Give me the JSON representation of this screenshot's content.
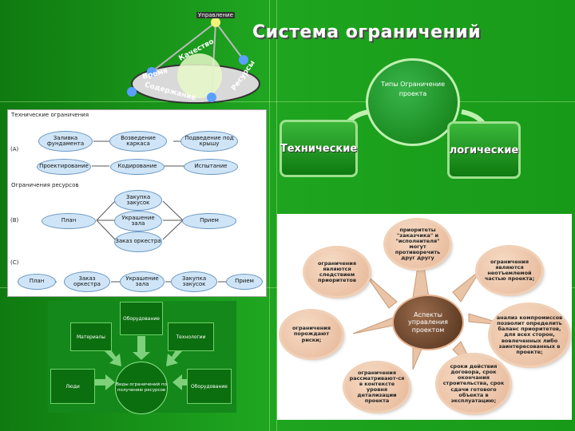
{
  "slide": {
    "title": "Система ограничений",
    "triangle": {
      "top": "Управление",
      "quality": "Качество",
      "time": "Время",
      "resources": "Ресурсы",
      "content": "Содержание"
    },
    "types": {
      "center": "Типы Ограничение проекта",
      "left": "Технические",
      "right": "логические"
    },
    "tech_panel": {
      "sec1": "Технические ограничения",
      "sec2": "Ограничения ресурсов",
      "tags": [
        "(A)",
        "(B)",
        "(C)"
      ],
      "row_a1": [
        "Заливка фундамента",
        "Возведение каркаса",
        "Подведение под крышу"
      ],
      "row_a2": [
        "Проектирование",
        "Кодирование",
        "Испытание"
      ],
      "row_b": [
        "План",
        "Закупка закусок",
        "Украшение зала",
        "Заказ оркестра",
        "Прием"
      ],
      "row_c": [
        "План",
        "Заказ оркестра",
        "Украшение зала",
        "Закупка закусок",
        "Прием"
      ]
    },
    "aspects": {
      "center": "Аспекты управления проектом",
      "items": [
        "приоритеты \"заказчика\" и \"исполнителя\" могут противоречить друг другу",
        "ограничения являются неотъемлемой частью проекта;",
        "анализ компромиссов позволит определить баланс приоритетов, для всех сторон, вовлеченных либо заинтересованных в проекте;",
        "сроки действия договора, срок окончания строительства, срок сдачи готового объекта в эксплуатацию;",
        "ограничения рассматривают-ся в контексте уровня детализации проекта",
        "ограничения порождают риски;",
        "ограничения являются следствием приоритетов"
      ]
    },
    "kinds": {
      "center": "Виды ограничений по получению ресурсов",
      "items": [
        "Оборудование",
        "Материалы",
        "Технологии",
        "Люди",
        "Оборудование"
      ]
    }
  }
}
